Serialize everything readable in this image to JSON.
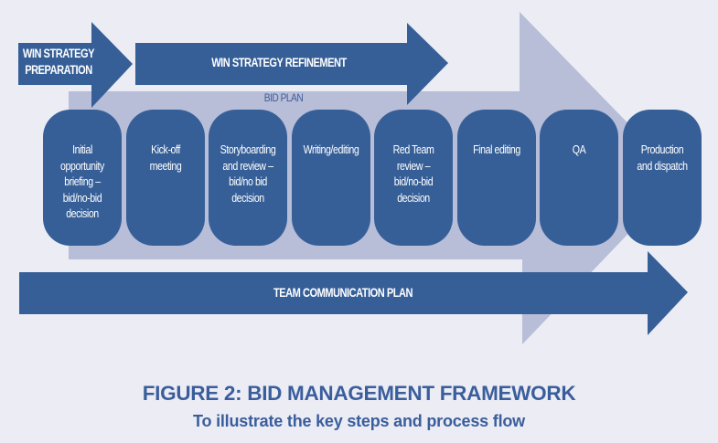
{
  "colors": {
    "background": "#ECECF5",
    "primary_blue": "#365F98",
    "light_arrow": "#B8BDD8",
    "caption": "#3A5E9C"
  },
  "arrows": {
    "win_strategy_preparation": "WIN STRATEGY\nPREPARATION",
    "win_strategy_refinement": "WIN STRATEGY REFINEMENT",
    "bid_plan": "BID PLAN",
    "team_communication_plan": "TEAM COMMUNICATION PLAN"
  },
  "steps": [
    {
      "label": "Initial\nopportunity\nbriefing –\nbid/no-bid\ndecision"
    },
    {
      "label": "Kick-off\nmeeting"
    },
    {
      "label": "Storyboarding\nand review –\nbid/no bid\ndecision"
    },
    {
      "label": "Writing/editing"
    },
    {
      "label": "Red Team\nreview –\nbid/no-bid\ndecision"
    },
    {
      "label": "Final editing"
    },
    {
      "label": "QA"
    },
    {
      "label": "Production\nand dispatch"
    }
  ],
  "caption": {
    "title": "FIGURE 2: BID MANAGEMENT FRAMEWORK",
    "subtitle": "To illustrate the key steps and process flow"
  }
}
